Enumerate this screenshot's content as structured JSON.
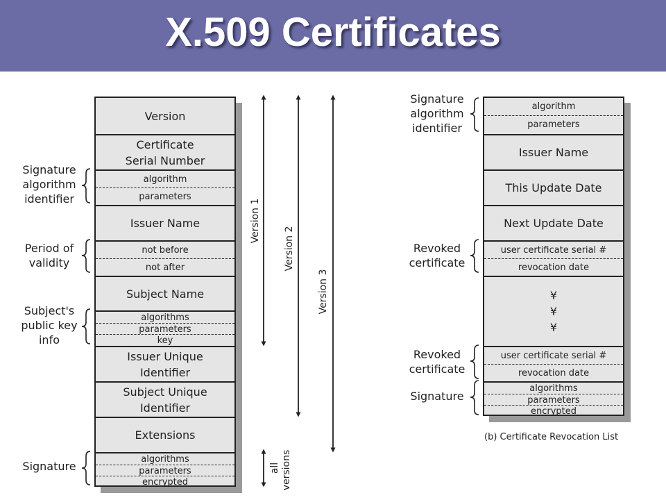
{
  "title": "X.509 Certificates",
  "certificate": {
    "rows": {
      "version": "Version",
      "serial": [
        "Certificate",
        "Serial Number"
      ],
      "sig_alg": [
        "algorithm",
        "parameters"
      ],
      "issuer_name": "Issuer Name",
      "validity": [
        "not before",
        "not after"
      ],
      "subject_name": "Subject Name",
      "pubkey": [
        "algorithms",
        "parameters",
        "key"
      ],
      "issuer_uid": [
        "Issuer Unique",
        "Identifier"
      ],
      "subject_uid": [
        "Subject Unique",
        "Identifier"
      ],
      "extensions": "Extensions",
      "signature": [
        "algorithms",
        "parameters",
        "encrypted"
      ]
    },
    "labels": {
      "sig_alg": [
        "Signature",
        "algorithm",
        "identifier"
      ],
      "validity": [
        "Period of",
        "validity"
      ],
      "pubkey": [
        "Subject's",
        "public key",
        "info"
      ],
      "signature": "Signature"
    },
    "versions": {
      "v1": "Version 1",
      "v2": "Version 2",
      "v3": "Version 3",
      "all": [
        "all",
        "versions"
      ]
    }
  },
  "crl": {
    "rows": {
      "sig_alg": [
        "algorithm",
        "parameters"
      ],
      "issuer_name": "Issuer Name",
      "this_update": "This Update Date",
      "next_update": "Next Update Date",
      "revoked1": [
        "user certificate serial #",
        "revocation date"
      ],
      "ellipsis": [
        "¥",
        "¥",
        "¥"
      ],
      "revoked2": [
        "user certificate serial #",
        "revocation date"
      ],
      "signature": [
        "algorithms",
        "parameters",
        "encrypted"
      ]
    },
    "labels": {
      "sig_alg": [
        "Signature",
        "algorithm",
        "identifier"
      ],
      "revoked1": [
        "Revoked",
        "certificate"
      ],
      "revoked2": [
        "Revoked",
        "certificate"
      ],
      "signature": "Signature"
    },
    "caption": "(b) Certificate Revocation List"
  }
}
